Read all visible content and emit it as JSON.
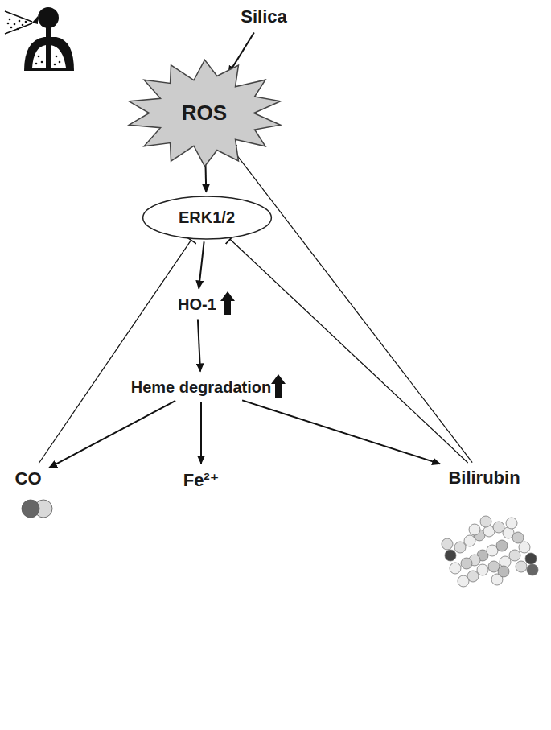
{
  "diagram": {
    "nodes": [
      {
        "text": [
          "Silica"
        ]
      },
      {
        "text": [
          "ROS"
        ]
      },
      {
        "text": [
          "ERK1/2"
        ]
      },
      {
        "text": [
          "HO-1"
        ]
      },
      {
        "text": [
          "Heme degradation"
        ]
      },
      {
        "text": [
          "CO"
        ]
      },
      {
        "text": [
          "Fe²⁺"
        ]
      },
      {
        "text": [
          "Bilirubin"
        ]
      }
    ],
    "edges": [
      {
        "from": 0,
        "to": 1,
        "arrow": "to"
      },
      {
        "from": 1,
        "to": 2,
        "arrow": "to"
      },
      {
        "from": 2,
        "to": 3,
        "arrow": "to"
      },
      {
        "from": 3,
        "to": 4,
        "arrow": "to"
      },
      {
        "from": 4,
        "to": 5,
        "arrow": "to"
      },
      {
        "from": 4,
        "to": 6,
        "arrow": "to"
      },
      {
        "from": 4,
        "to": 7,
        "arrow": "to"
      },
      {
        "from": 5,
        "to": 2,
        "arrow": "to"
      },
      {
        "from": 7,
        "to": 2,
        "arrow": "to"
      },
      {
        "from": 7,
        "to": 1,
        "arrow": "to"
      }
    ]
  }
}
